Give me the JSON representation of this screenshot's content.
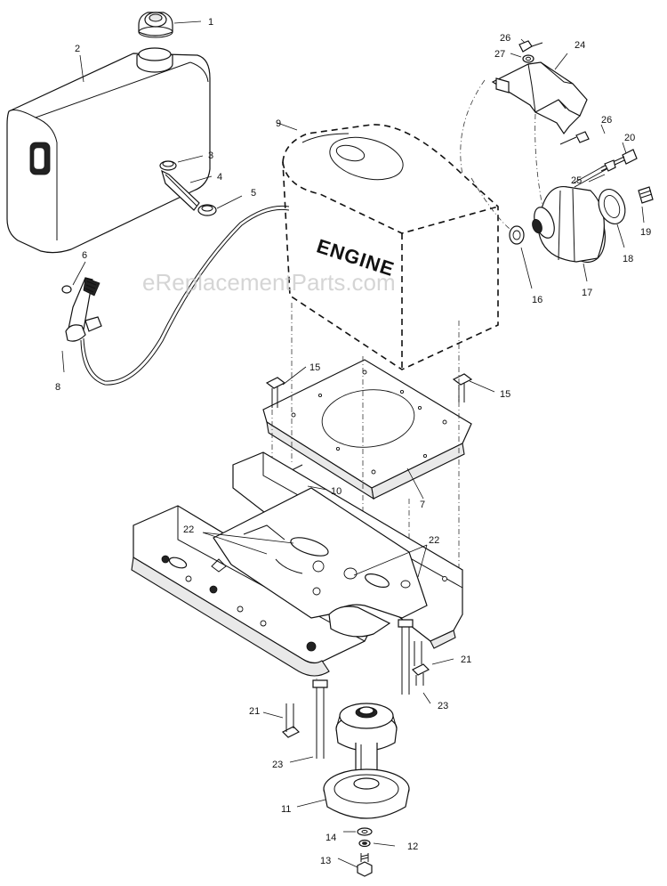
{
  "diagram": {
    "engine_label": "ENGINE",
    "watermark": "eReplacementParts.com",
    "callouts": [
      {
        "id": "c1",
        "text": "1"
      },
      {
        "id": "c2",
        "text": "2"
      },
      {
        "id": "c3",
        "text": "3"
      },
      {
        "id": "c4",
        "text": "4"
      },
      {
        "id": "c5",
        "text": "5"
      },
      {
        "id": "c6",
        "text": "6"
      },
      {
        "id": "c7",
        "text": "7"
      },
      {
        "id": "c8",
        "text": "8"
      },
      {
        "id": "c9",
        "text": "9"
      },
      {
        "id": "c10",
        "text": "10"
      },
      {
        "id": "c11",
        "text": "11"
      },
      {
        "id": "c12",
        "text": "12"
      },
      {
        "id": "c13",
        "text": "13"
      },
      {
        "id": "c14",
        "text": "14"
      },
      {
        "id": "c15a",
        "text": "15"
      },
      {
        "id": "c15b",
        "text": "15"
      },
      {
        "id": "c16",
        "text": "16"
      },
      {
        "id": "c17",
        "text": "17"
      },
      {
        "id": "c18",
        "text": "18"
      },
      {
        "id": "c19",
        "text": "19"
      },
      {
        "id": "c20",
        "text": "20"
      },
      {
        "id": "c21a",
        "text": "21"
      },
      {
        "id": "c21b",
        "text": "21"
      },
      {
        "id": "c22a",
        "text": "22"
      },
      {
        "id": "c22b",
        "text": "22"
      },
      {
        "id": "c23a",
        "text": "23"
      },
      {
        "id": "c23b",
        "text": "23"
      },
      {
        "id": "c24",
        "text": "24"
      },
      {
        "id": "c25",
        "text": "25"
      },
      {
        "id": "c26a",
        "text": "26"
      },
      {
        "id": "c26b",
        "text": "26"
      },
      {
        "id": "c27",
        "text": "27"
      }
    ]
  }
}
